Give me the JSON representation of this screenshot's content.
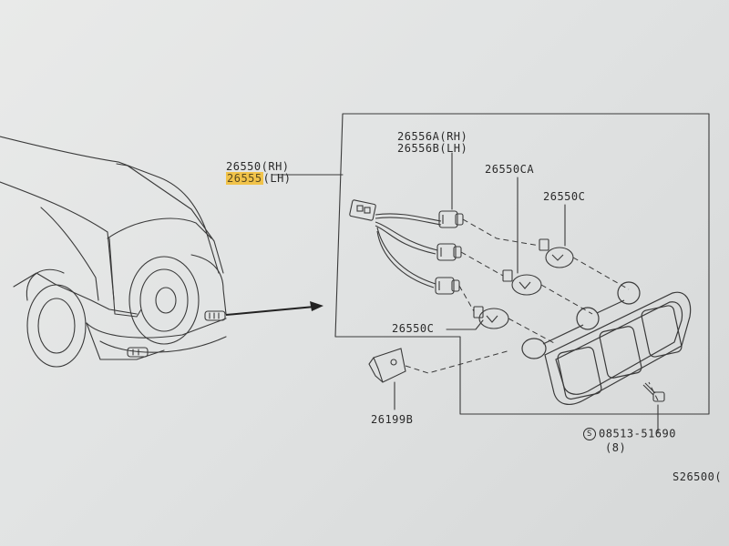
{
  "diagram": {
    "parts": {
      "lamp_assembly": {
        "rh": "26550(RH)",
        "lh_code": "26555",
        "lh_suffix": "(LH)",
        "highlight": "#f1c34a"
      },
      "socket": {
        "rh": "26556A(RH)",
        "lh": "26556B(LH)"
      },
      "bulb_ca": "26550CA",
      "bulb_c_upper": "26550C",
      "bulb_c_lower": "26550C",
      "bracket": "26199B",
      "screw": {
        "symbol": "S",
        "code": "08513-51690",
        "qty": "(8)"
      }
    },
    "figure_code": "S26500("
  }
}
